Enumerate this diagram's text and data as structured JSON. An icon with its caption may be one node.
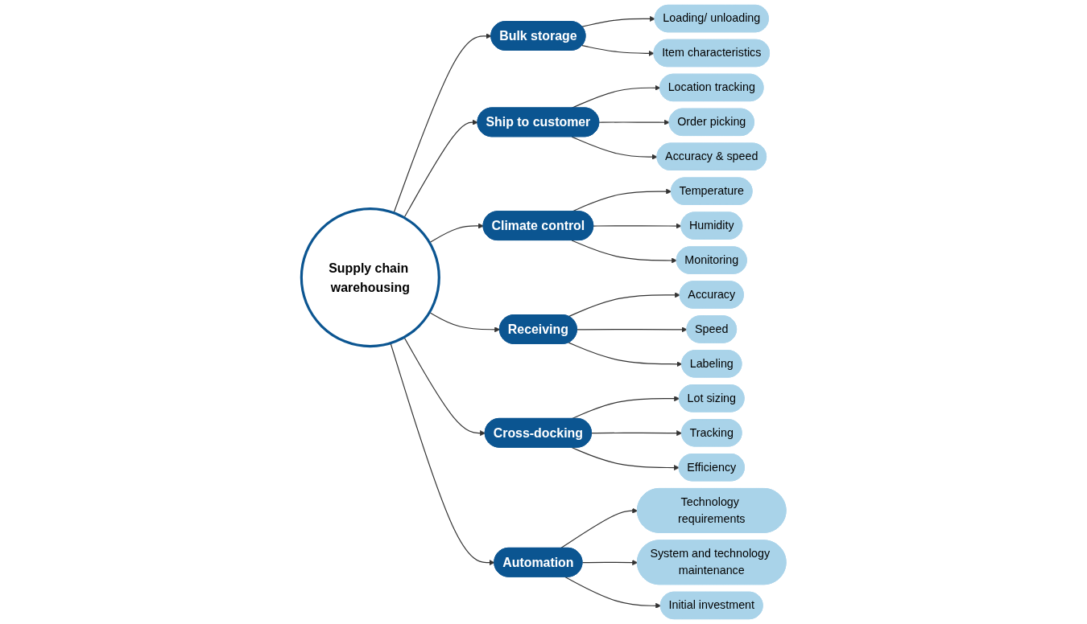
{
  "diagram": {
    "nodes": [
      {
        "text": [
          "Supply chain warehousing"
        ]
      },
      {
        "text": [
          "Bulk storage"
        ]
      },
      {
        "text": [
          "Ship to customer"
        ]
      },
      {
        "text": [
          "Climate control"
        ]
      },
      {
        "text": [
          "Receiving"
        ]
      },
      {
        "text": [
          "Cross-docking"
        ]
      },
      {
        "text": [
          "Automation"
        ]
      },
      {
        "text": [
          "Loading/ unloading"
        ]
      },
      {
        "text": [
          "Item characteristics"
        ]
      },
      {
        "text": [
          "Location tracking"
        ]
      },
      {
        "text": [
          "Order picking"
        ]
      },
      {
        "text": [
          "Accuracy & speed"
        ]
      },
      {
        "text": [
          "Temperature"
        ]
      },
      {
        "text": [
          "Humidity"
        ]
      },
      {
        "text": [
          "Monitoring"
        ]
      },
      {
        "text": [
          "Accuracy"
        ]
      },
      {
        "text": [
          "Speed"
        ]
      },
      {
        "text": [
          "Labeling"
        ]
      },
      {
        "text": [
          "Lot sizing"
        ]
      },
      {
        "text": [
          "Tracking"
        ]
      },
      {
        "text": [
          "Efficiency"
        ]
      },
      {
        "text": [
          "Technology requirements"
        ]
      },
      {
        "text": [
          "System and technology maintenance"
        ]
      },
      {
        "text": [
          "Initial investment"
        ]
      }
    ],
    "edges": [
      {
        "from": 0,
        "to": 1,
        "arrow": "to"
      },
      {
        "from": 0,
        "to": 2,
        "arrow": "to"
      },
      {
        "from": 0,
        "to": 3,
        "arrow": "to"
      },
      {
        "from": 0,
        "to": 4,
        "arrow": "to"
      },
      {
        "from": 0,
        "to": 5,
        "arrow": "to"
      },
      {
        "from": 0,
        "to": 6,
        "arrow": "to"
      },
      {
        "from": 1,
        "to": 7,
        "arrow": "to"
      },
      {
        "from": 1,
        "to": 8,
        "arrow": "to"
      },
      {
        "from": 2,
        "to": 9,
        "arrow": "to"
      },
      {
        "from": 2,
        "to": 10,
        "arrow": "to"
      },
      {
        "from": 2,
        "to": 11,
        "arrow": "to"
      },
      {
        "from": 3,
        "to": 12,
        "arrow": "to"
      },
      {
        "from": 3,
        "to": 13,
        "arrow": "to"
      },
      {
        "from": 3,
        "to": 14,
        "arrow": "to"
      },
      {
        "from": 4,
        "to": 15,
        "arrow": "to"
      },
      {
        "from": 4,
        "to": 16,
        "arrow": "to"
      },
      {
        "from": 4,
        "to": 17,
        "arrow": "to"
      },
      {
        "from": 5,
        "to": 18,
        "arrow": "to"
      },
      {
        "from": 5,
        "to": 19,
        "arrow": "to"
      },
      {
        "from": 5,
        "to": 20,
        "arrow": "to"
      },
      {
        "from": 6,
        "to": 21,
        "arrow": "to"
      },
      {
        "from": 6,
        "to": 22,
        "arrow": "to"
      },
      {
        "from": 6,
        "to": 23,
        "arrow": "to"
      }
    ]
  }
}
